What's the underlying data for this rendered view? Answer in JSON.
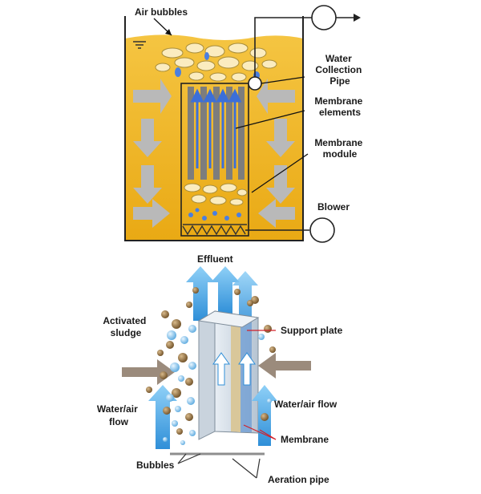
{
  "top_diagram": {
    "labels": {
      "air_bubbles": "Air bubbles",
      "water_collection_pipe": [
        "Water",
        "Collection",
        "Pipe"
      ],
      "membrane_elements": [
        "Membrane",
        "elements"
      ],
      "membrane_module": [
        "Membrane",
        "module"
      ],
      "blower": "Blower"
    },
    "colors": {
      "tank_fill": "#f2b81f",
      "bubble": "#fbecbf",
      "arrow": "#b9b9b9",
      "flow_blue": "#3c6fd8"
    }
  },
  "bottom_diagram": {
    "labels": {
      "effluent": "Effluent",
      "activated_sludge": [
        "Activated",
        "sludge"
      ],
      "support_plate": "Support plate",
      "water_air_flow_left": [
        "Water/air",
        "flow"
      ],
      "water_air_flow_right": "Water/air flow",
      "membrane": "Membrane",
      "bubbles": "Bubbles",
      "aeration_pipe": "Aeration pipe"
    },
    "colors": {
      "arrow_blue": "#3fa1e0",
      "sludge": "#8a6a3c",
      "bubble": "#8ec7ec",
      "side_arrow": "#9b8b7c",
      "leader": "#d2202a"
    }
  }
}
